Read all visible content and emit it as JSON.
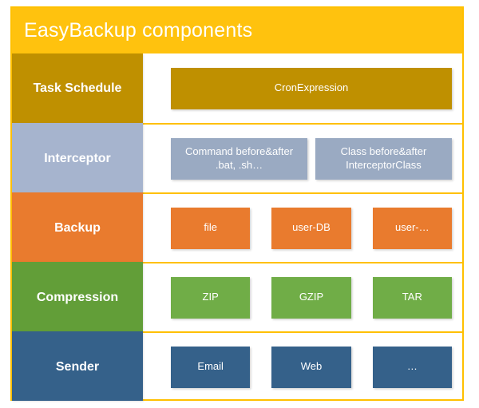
{
  "diagram": {
    "title": "EasyBackup components",
    "colors": {
      "frame": "#FFC000",
      "title_band": "#FFC20E",
      "task_schedule": "#BF9000",
      "interceptor": "#A6B4CE",
      "backup": "#E97B2E",
      "compression": "#629E38",
      "sender": "#35618A"
    },
    "rows": [
      {
        "label": "Task Schedule",
        "items": [
          {
            "line1": "CronExpression"
          }
        ]
      },
      {
        "label": "Interceptor",
        "items": [
          {
            "line1": "Command before&after",
            "line2": ".bat, .sh…"
          },
          {
            "line1": "Class before&after",
            "line2": "InterceptorClass"
          }
        ]
      },
      {
        "label": "Backup",
        "items": [
          {
            "line1": "file"
          },
          {
            "line1": "user-DB"
          },
          {
            "line1": "user-…"
          }
        ]
      },
      {
        "label": "Compression",
        "items": [
          {
            "line1": "ZIP"
          },
          {
            "line1": "GZIP"
          },
          {
            "line1": "TAR"
          }
        ]
      },
      {
        "label": "Sender",
        "items": [
          {
            "line1": "Email"
          },
          {
            "line1": "Web"
          },
          {
            "line1": "…"
          }
        ]
      }
    ]
  }
}
